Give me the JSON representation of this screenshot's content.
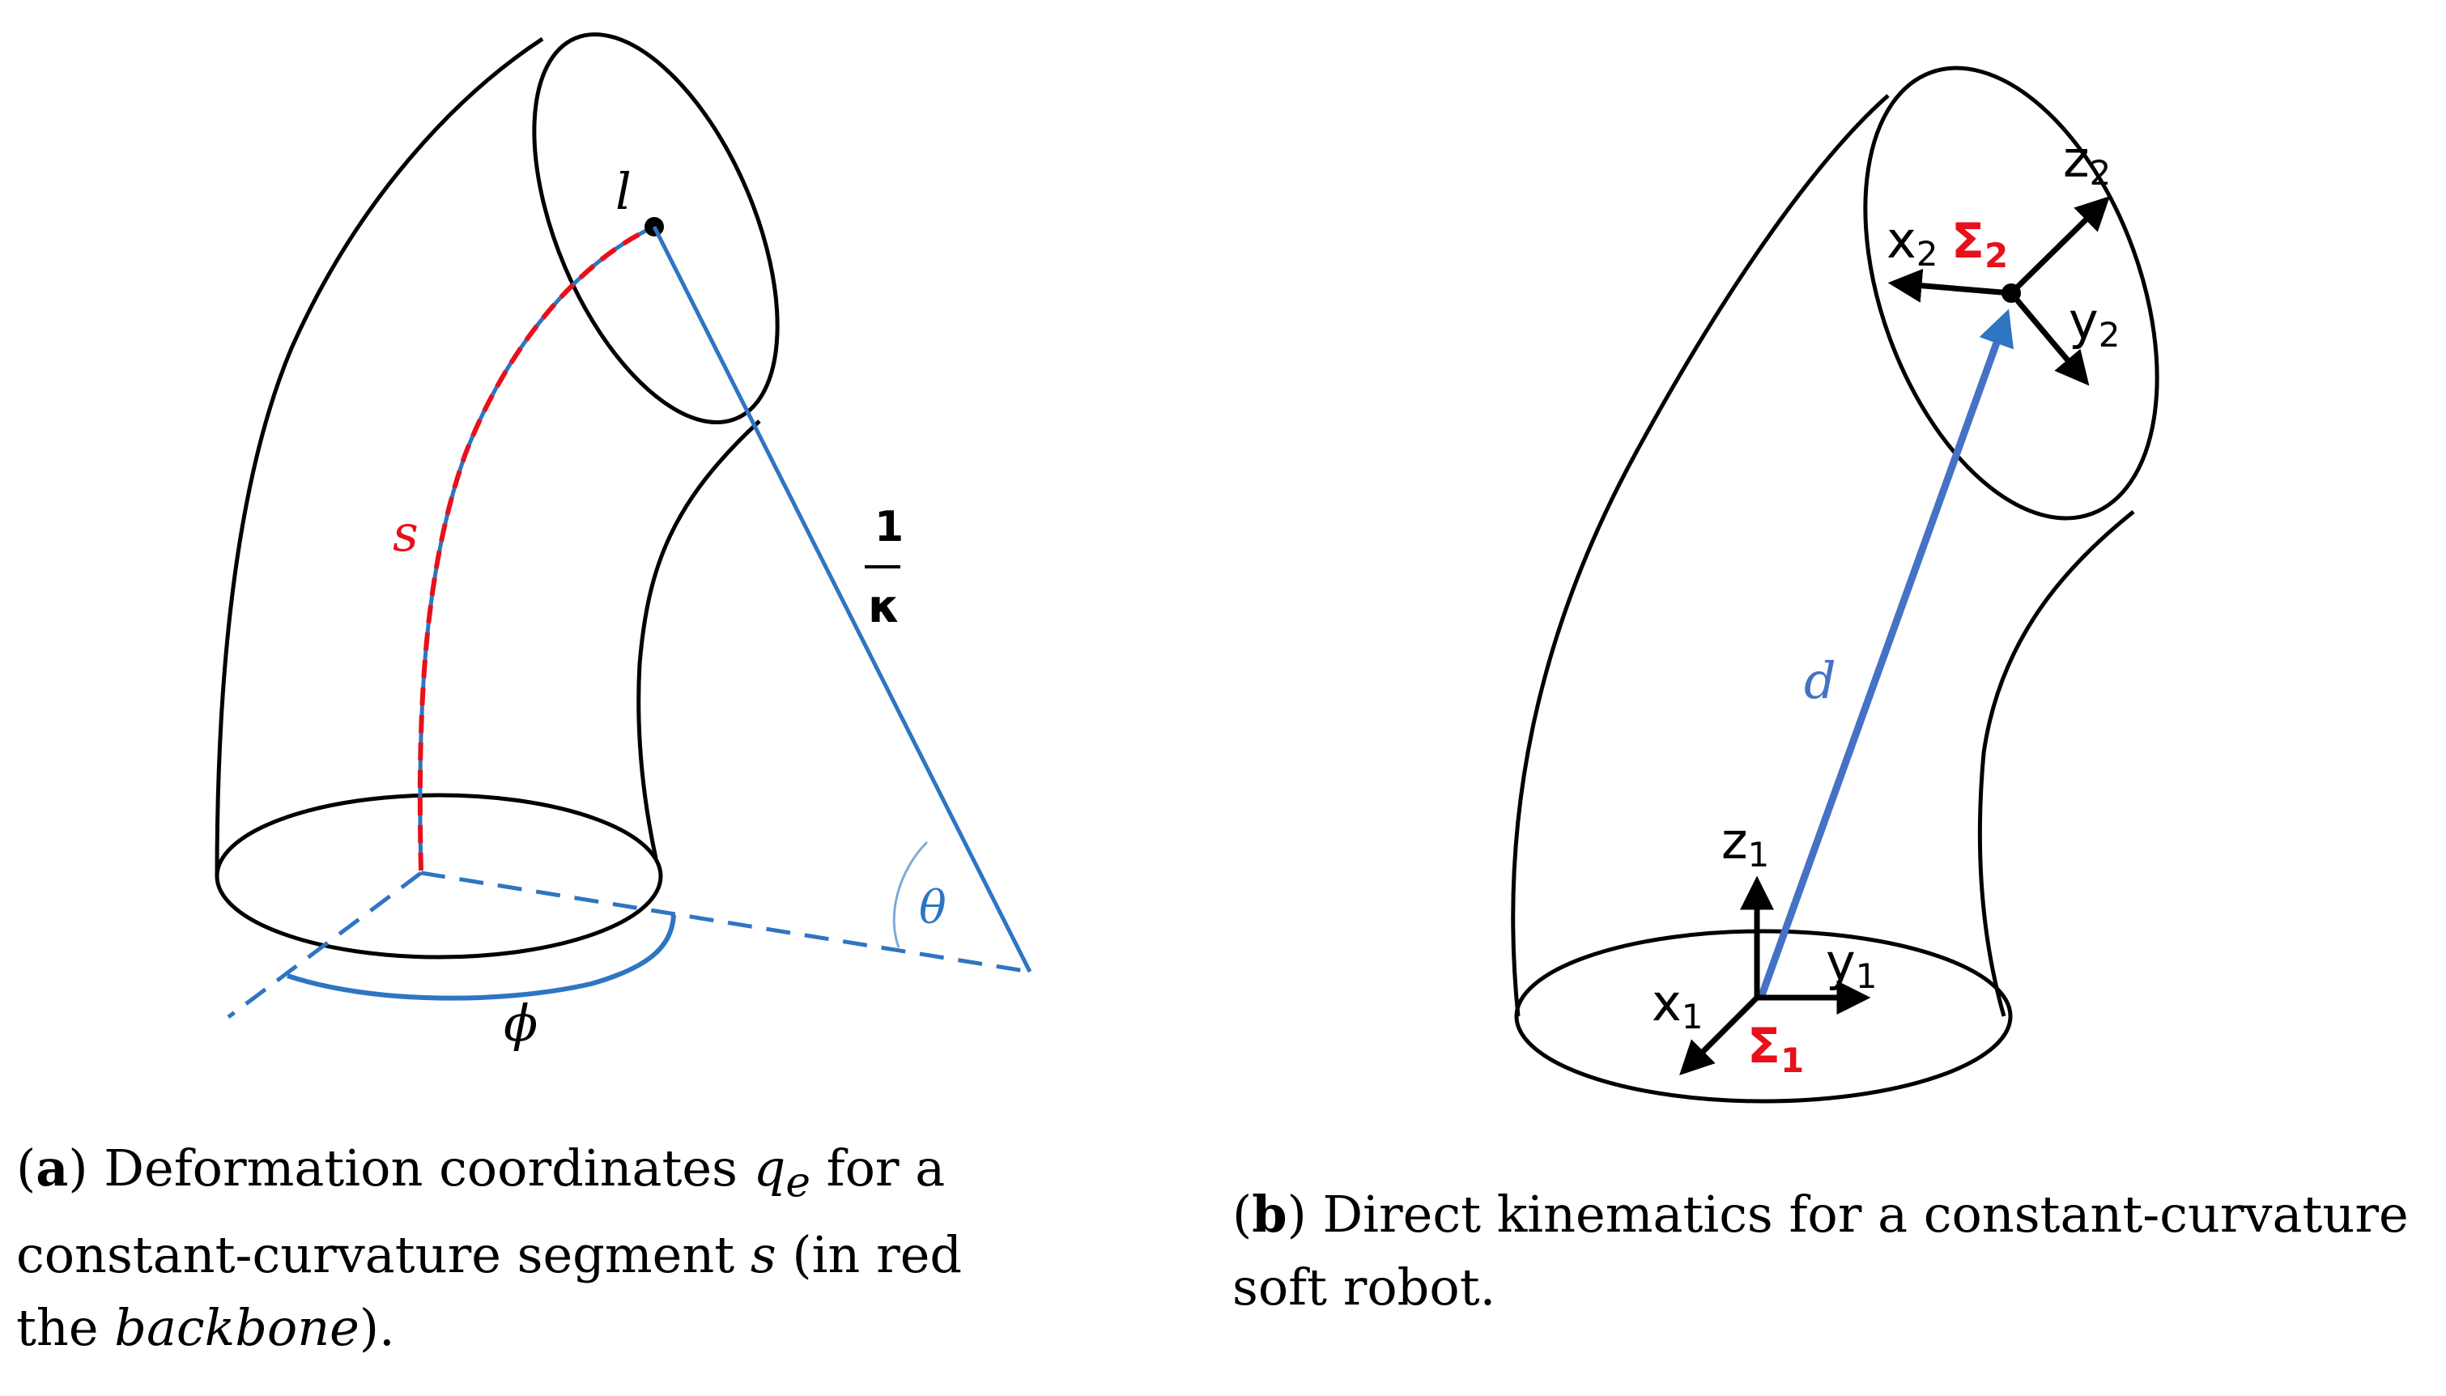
{
  "colors": {
    "outline": "#000000",
    "blue": "#2E75C2",
    "red": "#E8101A",
    "theta_arc": "#7FA9DA"
  },
  "panel_a": {
    "labels": {
      "l": "l",
      "s": "s",
      "inv_kappa_num": "1",
      "inv_kappa_den": "κ",
      "theta": "θ",
      "phi": "ϕ"
    },
    "caption": {
      "tag_open": "(",
      "tag": "a",
      "tag_close": ")",
      "line1_text": " Deformation coordinates ",
      "line1_math": "q",
      "line1_sub": "e",
      "line1_end": " for a",
      "line2_text": "constant-curvature segment ",
      "line2_math": "s",
      "line2_end": " (in red",
      "line3_text": "the ",
      "line3_italic": "backbone",
      "line3_end": ")."
    }
  },
  "panel_b": {
    "labels": {
      "x2": "x",
      "x2_sub": "2",
      "y2": "y",
      "y2_sub": "2",
      "z2": "z",
      "z2_sub": "2",
      "sigma2": "Σ",
      "sigma2_sub": "2",
      "d": "d",
      "x1": "x",
      "x1_sub": "1",
      "y1": "y",
      "y1_sub": "1",
      "z1": "z",
      "z1_sub": "1",
      "sigma1": "Σ",
      "sigma1_sub": "1"
    },
    "caption": {
      "tag_open": "(",
      "tag": "b",
      "tag_close": ")",
      "line1_text": " Direct kinematics for a constant-curvature",
      "line2_text": "soft robot."
    }
  }
}
